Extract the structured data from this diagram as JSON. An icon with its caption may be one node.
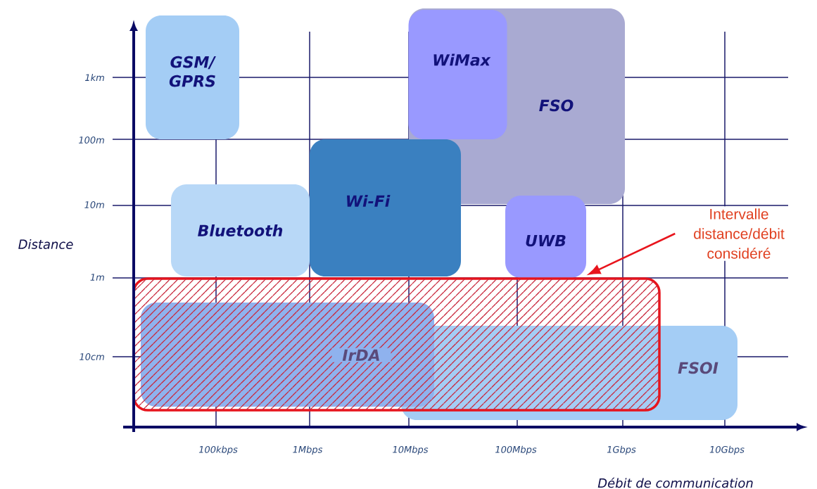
{
  "diagram": {
    "nodes": [
      {
        "text": [
          "GSM/ GPRS"
        ]
      },
      {
        "text": [
          "WiMax"
        ],
        "in": 2
      },
      {
        "text": [
          "FSO"
        ]
      },
      {
        "text": [
          "Wi-Fi"
        ]
      },
      {
        "text": [
          "Bluetooth"
        ]
      },
      {
        "text": [
          "UWB"
        ]
      },
      {
        "text": [
          "IrDA"
        ],
        "in": 8
      },
      {
        "text": [
          "FSOI"
        ]
      },
      {
        "text": [],
        "shape": "box"
      },
      {
        "text": [
          "Intervalle distance/débit considéré"
        ]
      }
    ],
    "edges": [
      {
        "from": 9,
        "to": 8,
        "arrow": "to",
        "color": "#e8141c"
      }
    ],
    "labels": [
      "1km",
      "100m",
      "10m",
      "Distance",
      "1m",
      "10cm",
      "100kbps",
      "1Mbps",
      "10Mbps",
      "100Mbps",
      "1Gbps",
      "10Gbps",
      "Débit de communication"
    ]
  }
}
